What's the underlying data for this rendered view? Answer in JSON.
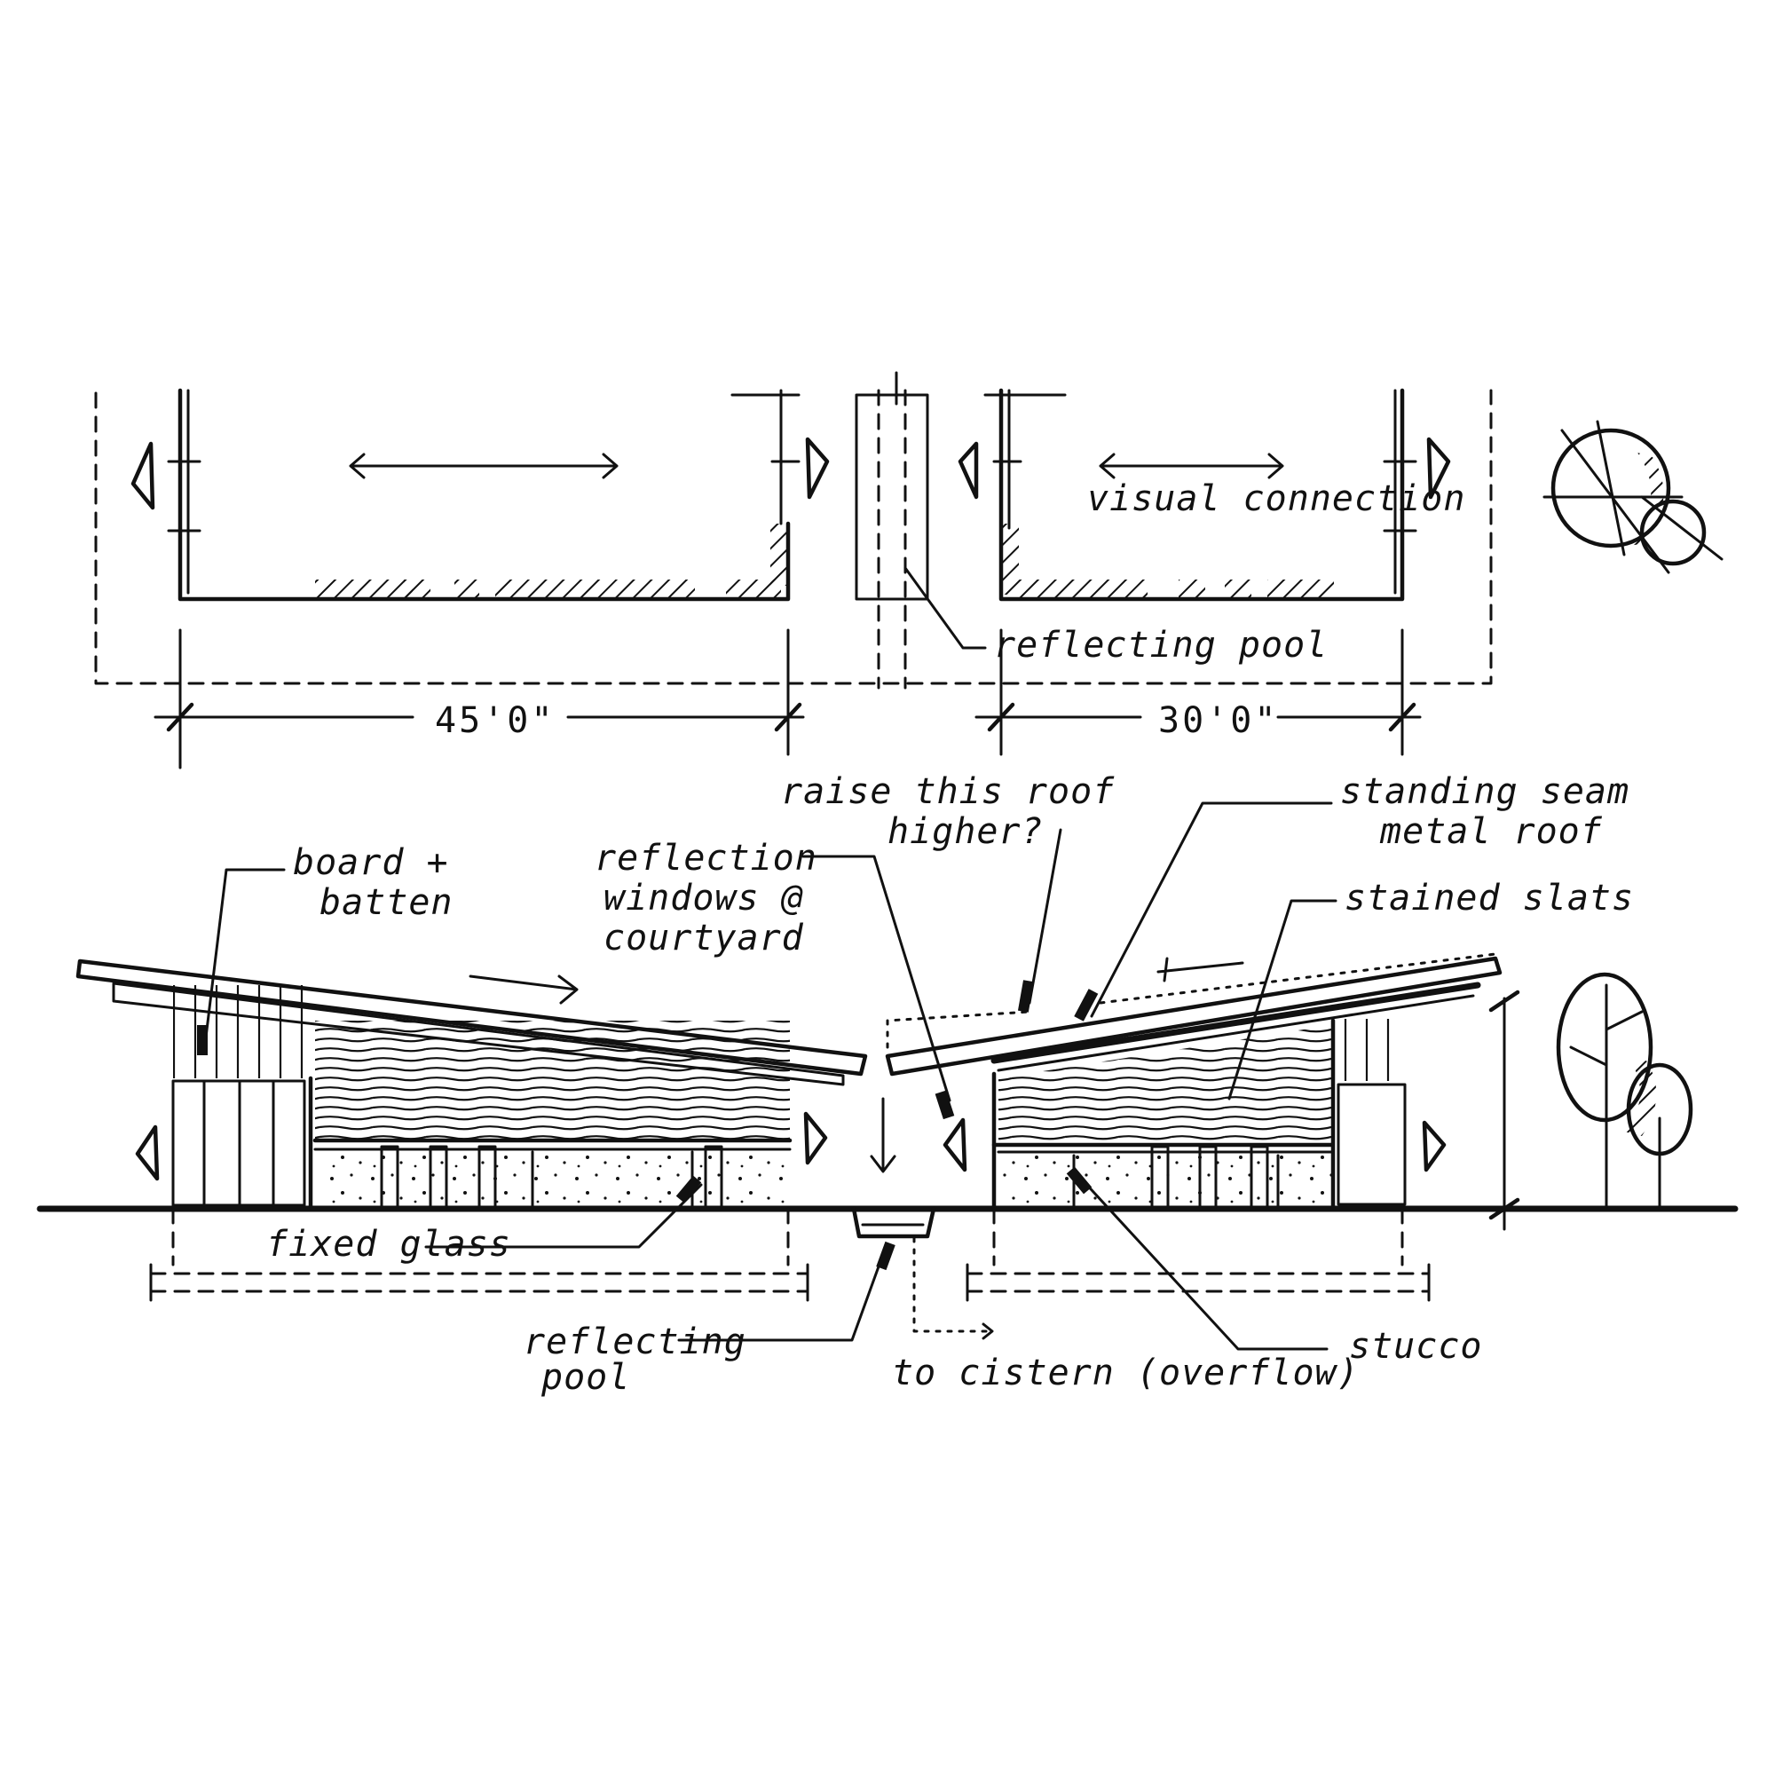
{
  "labels": {
    "visual_connection": "visual connection",
    "reflecting_pool_plan": "reflecting pool",
    "dim_left": "45'0\"",
    "dim_right": "30'0\"",
    "raise_roof_1": "raise this roof",
    "raise_roof_2": "higher?",
    "standing_seam_1": "standing seam",
    "standing_seam_2": "metal roof",
    "board_batten_1": "board +",
    "board_batten_2": "batten",
    "reflection_1": "reflection",
    "reflection_2": "windows @",
    "reflection_3": "courtyard",
    "stained_slats": "stained slats",
    "fixed_glass": "fixed glass",
    "reflecting_pool_1": "reflecting",
    "reflecting_pool_2": "pool",
    "to_cistern": "to cistern (overflow)",
    "stucco": "stucco"
  },
  "colors": {
    "ink": "#111111",
    "paper": "#ffffff"
  }
}
